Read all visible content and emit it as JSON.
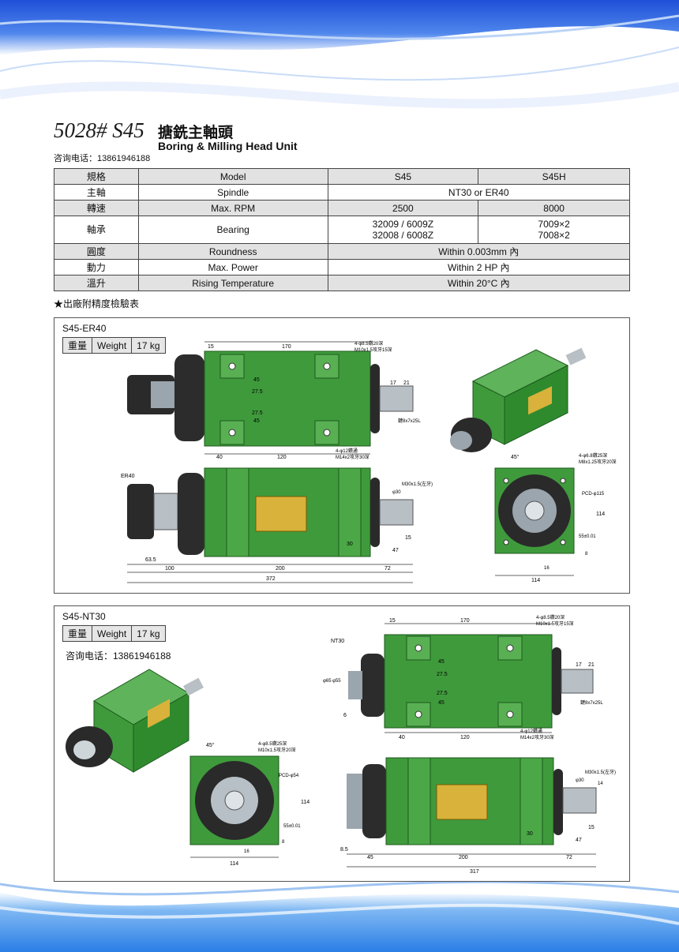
{
  "header": {
    "model_code": "5028# S45",
    "title_cn": "搪銑主軸頭",
    "title_en": "Boring & Milling Head Unit",
    "contact": "咨询电话：13861946188"
  },
  "spec_table": {
    "header": [
      "規格",
      "Model",
      "S45",
      "S45H"
    ],
    "rows": [
      {
        "cn": "主軸",
        "en": "Spindle",
        "value": "NT30 or ER40"
      },
      {
        "cn": "轉速",
        "en": "Max. RPM",
        "s45": "2500",
        "s45h": "8000"
      },
      {
        "cn": "軸承",
        "en": "Bearing",
        "s45": "32009 / 6009Z",
        "s45_2": "32008 / 6008Z",
        "s45h": "7009×2",
        "s45h_2": "7008×2"
      },
      {
        "cn": "圓度",
        "en": "Roundness",
        "value": "Within 0.003mm 內"
      },
      {
        "cn": "動力",
        "en": "Max. Power",
        "value": "Within 2 HP 內"
      },
      {
        "cn": "溫升",
        "en": "Rising Temperature",
        "value": "Within 20°C 內"
      }
    ]
  },
  "note": "★出廠附精度檢驗表",
  "panel_er40": {
    "label": "S45-ER40",
    "weight_cn": "重量",
    "weight_en": "Weight",
    "weight_value": "17 kg",
    "dims": {
      "d15": "15",
      "d170": "170",
      "d40": "40",
      "d120": "120",
      "d17": "17",
      "d21": "21",
      "d27_5a": "27.5",
      "d27_5b": "27.5",
      "d45a": "45",
      "d45b": "45",
      "d63_5": "63.5",
      "d100": "100",
      "d200": "200",
      "d72": "72",
      "d372": "372",
      "d47": "47",
      "d15b": "15",
      "d30": "30",
      "d114a": "114",
      "d114b": "114",
      "d55": "55±0.01",
      "d8": "8",
      "d16": "16",
      "pcd": "PCD-φ115",
      "a45": "45°",
      "er40": "ER40",
      "hole_top": "4-φ8.5鑽20深",
      "hole_top2": "M10x1.5攻牙15深",
      "hole_bot": "4-φ12鑽通",
      "hole_bot2": "M14x2攻牙30深",
      "key": "鍵8x7x25L",
      "thread": "M30x1.5(左牙)",
      "shaft": "φ30",
      "hole_side": "4-φ6.8鑽25深",
      "hole_side2": "M8x1.25攻牙20深"
    }
  },
  "panel_nt30": {
    "label": "S45-NT30",
    "weight_cn": "重量",
    "weight_en": "Weight",
    "weight_value": "17 kg",
    "contact": "咨询电话：13861946188",
    "dims": {
      "d15": "15",
      "d170": "170",
      "d40": "40",
      "d120": "120",
      "d17": "17",
      "d21": "21",
      "d27_5a": "27.5",
      "d27_5b": "27.5",
      "d45a": "45",
      "d45b": "45",
      "d8_5": "8.5",
      "d45c": "45",
      "d200": "200",
      "d72": "72",
      "d317": "317",
      "d47": "47",
      "d15b": "15",
      "d30": "30",
      "d14": "14",
      "d6": "6",
      "d114a": "114",
      "d114b": "114",
      "d55": "55±0.01",
      "d8": "8",
      "d16": "16",
      "pcd": "PCD-φ54",
      "a45": "45°",
      "nt30": "NT30",
      "phi65": "φ65",
      "phi55": "φ55",
      "hole_top": "4-φ8.5鑽20深",
      "hole_top2": "M10x1.5攻牙15深",
      "hole_bot": "4-φ12鑽通",
      "hole_bot2": "M14x2攻牙30深",
      "hole_face": "4-φ8.5鑽25深",
      "hole_face2": "M10x1.5攻牙20深",
      "key": "鍵8x7x25L",
      "thread": "M30x1.5(左牙)",
      "shaft": "φ30"
    }
  },
  "colors": {
    "green": "#3f9a3c",
    "green_dark": "#2c7a2c",
    "blue": "#2a5fd0",
    "plate": "#d8b23a"
  }
}
